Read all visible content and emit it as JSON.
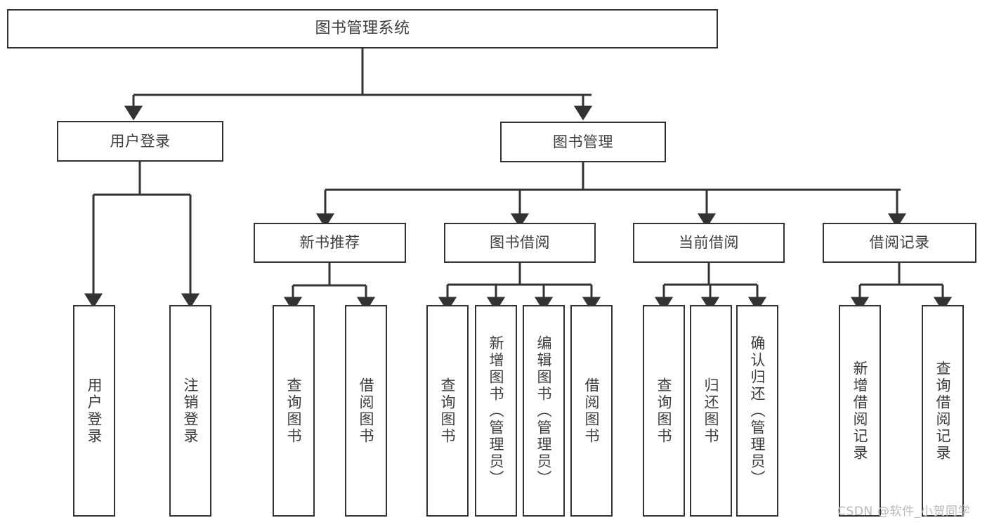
{
  "diagram": {
    "title": "图书管理系统",
    "type": "tree-hierarchy",
    "levels": 4
  },
  "nodes": {
    "root": {
      "label": "图书管理系统"
    },
    "level2": [
      {
        "label": "用户登录"
      },
      {
        "label": "图书管理"
      }
    ],
    "level3": [
      {
        "label": "新书推荐"
      },
      {
        "label": "图书借阅"
      },
      {
        "label": "当前借阅"
      },
      {
        "label": "借阅记录"
      }
    ],
    "login_children": [
      {
        "label": "用户登录"
      },
      {
        "label": "注销登录"
      }
    ],
    "recommend_children": [
      {
        "label": "查询图书"
      },
      {
        "label": "借阅图书"
      }
    ],
    "borrow_children": [
      {
        "label": "查询图书"
      },
      {
        "label": "新增图书（管理员）"
      },
      {
        "label": "编辑图书（管理员）"
      },
      {
        "label": "借阅图书"
      }
    ],
    "current_children": [
      {
        "label": "查询图书"
      },
      {
        "label": "归还图书"
      },
      {
        "label": "确认归还（管理员）"
      }
    ],
    "record_children": [
      {
        "label": "新增借阅记录"
      },
      {
        "label": "查询借阅记录"
      }
    ]
  },
  "watermark": {
    "text": "CSDN @软件_小贺同学"
  },
  "colors": {
    "border": "#333333",
    "text": "#3d3d3d",
    "background": "#ffffff",
    "watermark": "#b9b9b9"
  }
}
